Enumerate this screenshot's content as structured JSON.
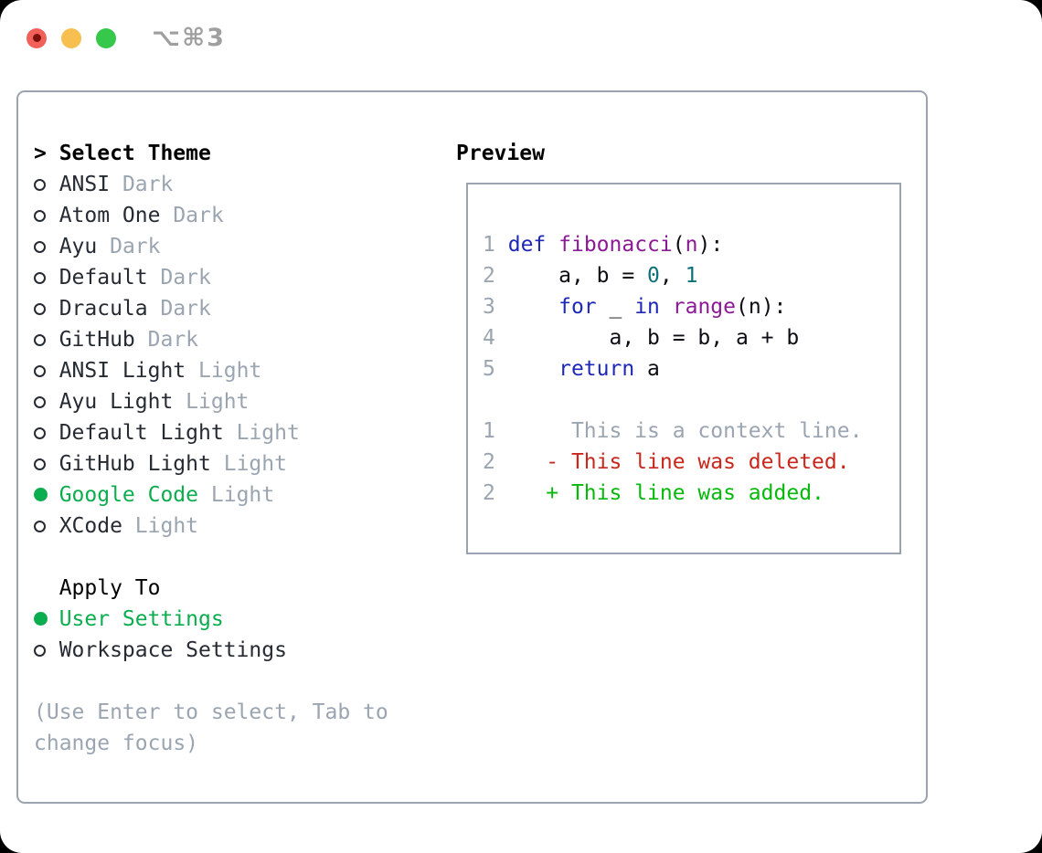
{
  "titlebar": {
    "title": "⌥⌘3",
    "lights": [
      "close",
      "minimize",
      "maximize"
    ]
  },
  "theme_panel": {
    "header": {
      "marker": ">",
      "label": "Select Theme"
    },
    "themes": [
      {
        "name": "ANSI",
        "variant": "Dark",
        "selected": false
      },
      {
        "name": "Atom One",
        "variant": "Dark",
        "selected": false
      },
      {
        "name": "Ayu",
        "variant": "Dark",
        "selected": false
      },
      {
        "name": "Default",
        "variant": "Dark",
        "selected": false
      },
      {
        "name": "Dracula",
        "variant": "Dark",
        "selected": false
      },
      {
        "name": "GitHub",
        "variant": "Dark",
        "selected": false
      },
      {
        "name": "ANSI Light",
        "variant": "Light",
        "selected": false
      },
      {
        "name": "Ayu Light",
        "variant": "Light",
        "selected": false
      },
      {
        "name": "Default Light",
        "variant": "Light",
        "selected": false
      },
      {
        "name": "GitHub Light",
        "variant": "Light",
        "selected": false
      },
      {
        "name": "Google Code",
        "variant": "Light",
        "selected": true
      },
      {
        "name": "XCode",
        "variant": "Light",
        "selected": false
      }
    ],
    "apply_to": {
      "label": "Apply To",
      "options": [
        {
          "label": "User Settings",
          "selected": true
        },
        {
          "label": "Workspace Settings",
          "selected": false
        }
      ]
    },
    "help_lines": [
      "(Use Enter to select, Tab to",
      "change focus)"
    ]
  },
  "preview": {
    "header": "Preview",
    "lines": [
      [
        {
          "c": "ln",
          "t": "1"
        },
        {
          "c": "pl",
          "t": " "
        },
        {
          "c": "kw",
          "t": "def"
        },
        {
          "c": "pl",
          "t": " "
        },
        {
          "c": "fn",
          "t": "fibonacci"
        },
        {
          "c": "pl",
          "t": "("
        },
        {
          "c": "fn",
          "t": "n"
        },
        {
          "c": "pl",
          "t": "):"
        }
      ],
      [
        {
          "c": "ln",
          "t": "2"
        },
        {
          "c": "pl",
          "t": "     a, b = "
        },
        {
          "c": "nm",
          "t": "0"
        },
        {
          "c": "pl",
          "t": ", "
        },
        {
          "c": "nm",
          "t": "1"
        }
      ],
      [
        {
          "c": "ln",
          "t": "3"
        },
        {
          "c": "pl",
          "t": "     "
        },
        {
          "c": "kw",
          "t": "for"
        },
        {
          "c": "pl",
          "t": " _ "
        },
        {
          "c": "kw",
          "t": "in"
        },
        {
          "c": "pl",
          "t": " "
        },
        {
          "c": "fn",
          "t": "range"
        },
        {
          "c": "pl",
          "t": "(n):"
        }
      ],
      [
        {
          "c": "ln",
          "t": "4"
        },
        {
          "c": "pl",
          "t": "         a, b = b, a + b"
        }
      ],
      [
        {
          "c": "ln",
          "t": "5"
        },
        {
          "c": "pl",
          "t": "     "
        },
        {
          "c": "kw",
          "t": "return"
        },
        {
          "c": "pl",
          "t": " a"
        }
      ],
      [],
      [
        {
          "c": "ln",
          "t": "1"
        },
        {
          "c": "ctx",
          "t": "      This is a context line."
        }
      ],
      [
        {
          "c": "ln",
          "t": "2"
        },
        {
          "c": "pl",
          "t": "    "
        },
        {
          "c": "del",
          "t": "- This line was deleted."
        }
      ],
      [
        {
          "c": "ln",
          "t": "2"
        },
        {
          "c": "pl",
          "t": "    "
        },
        {
          "c": "add",
          "t": "+ This line was added."
        }
      ]
    ]
  },
  "colors": {
    "window_bg": "#ffffff",
    "outside_bg": "#000000",
    "border": "#9aa3ae",
    "text_primary": "#262b33",
    "text_heading": "#000000",
    "text_muted": "#9aa5b1",
    "accent_green": "#0cad4e",
    "title_gray": "#9f9f9f",
    "traffic_red": "#f2605a",
    "traffic_red_dot": "#7c100c",
    "traffic_yellow": "#f7bf4f",
    "traffic_green": "#35c84a",
    "code_keyword": "#1e28b8",
    "code_function": "#8c1a96",
    "code_number": "#0c7178",
    "code_plain": "#0b0d12",
    "diff_red": "#c9271b",
    "diff_green": "#06b80c",
    "line_number": "#9aa5b1"
  }
}
